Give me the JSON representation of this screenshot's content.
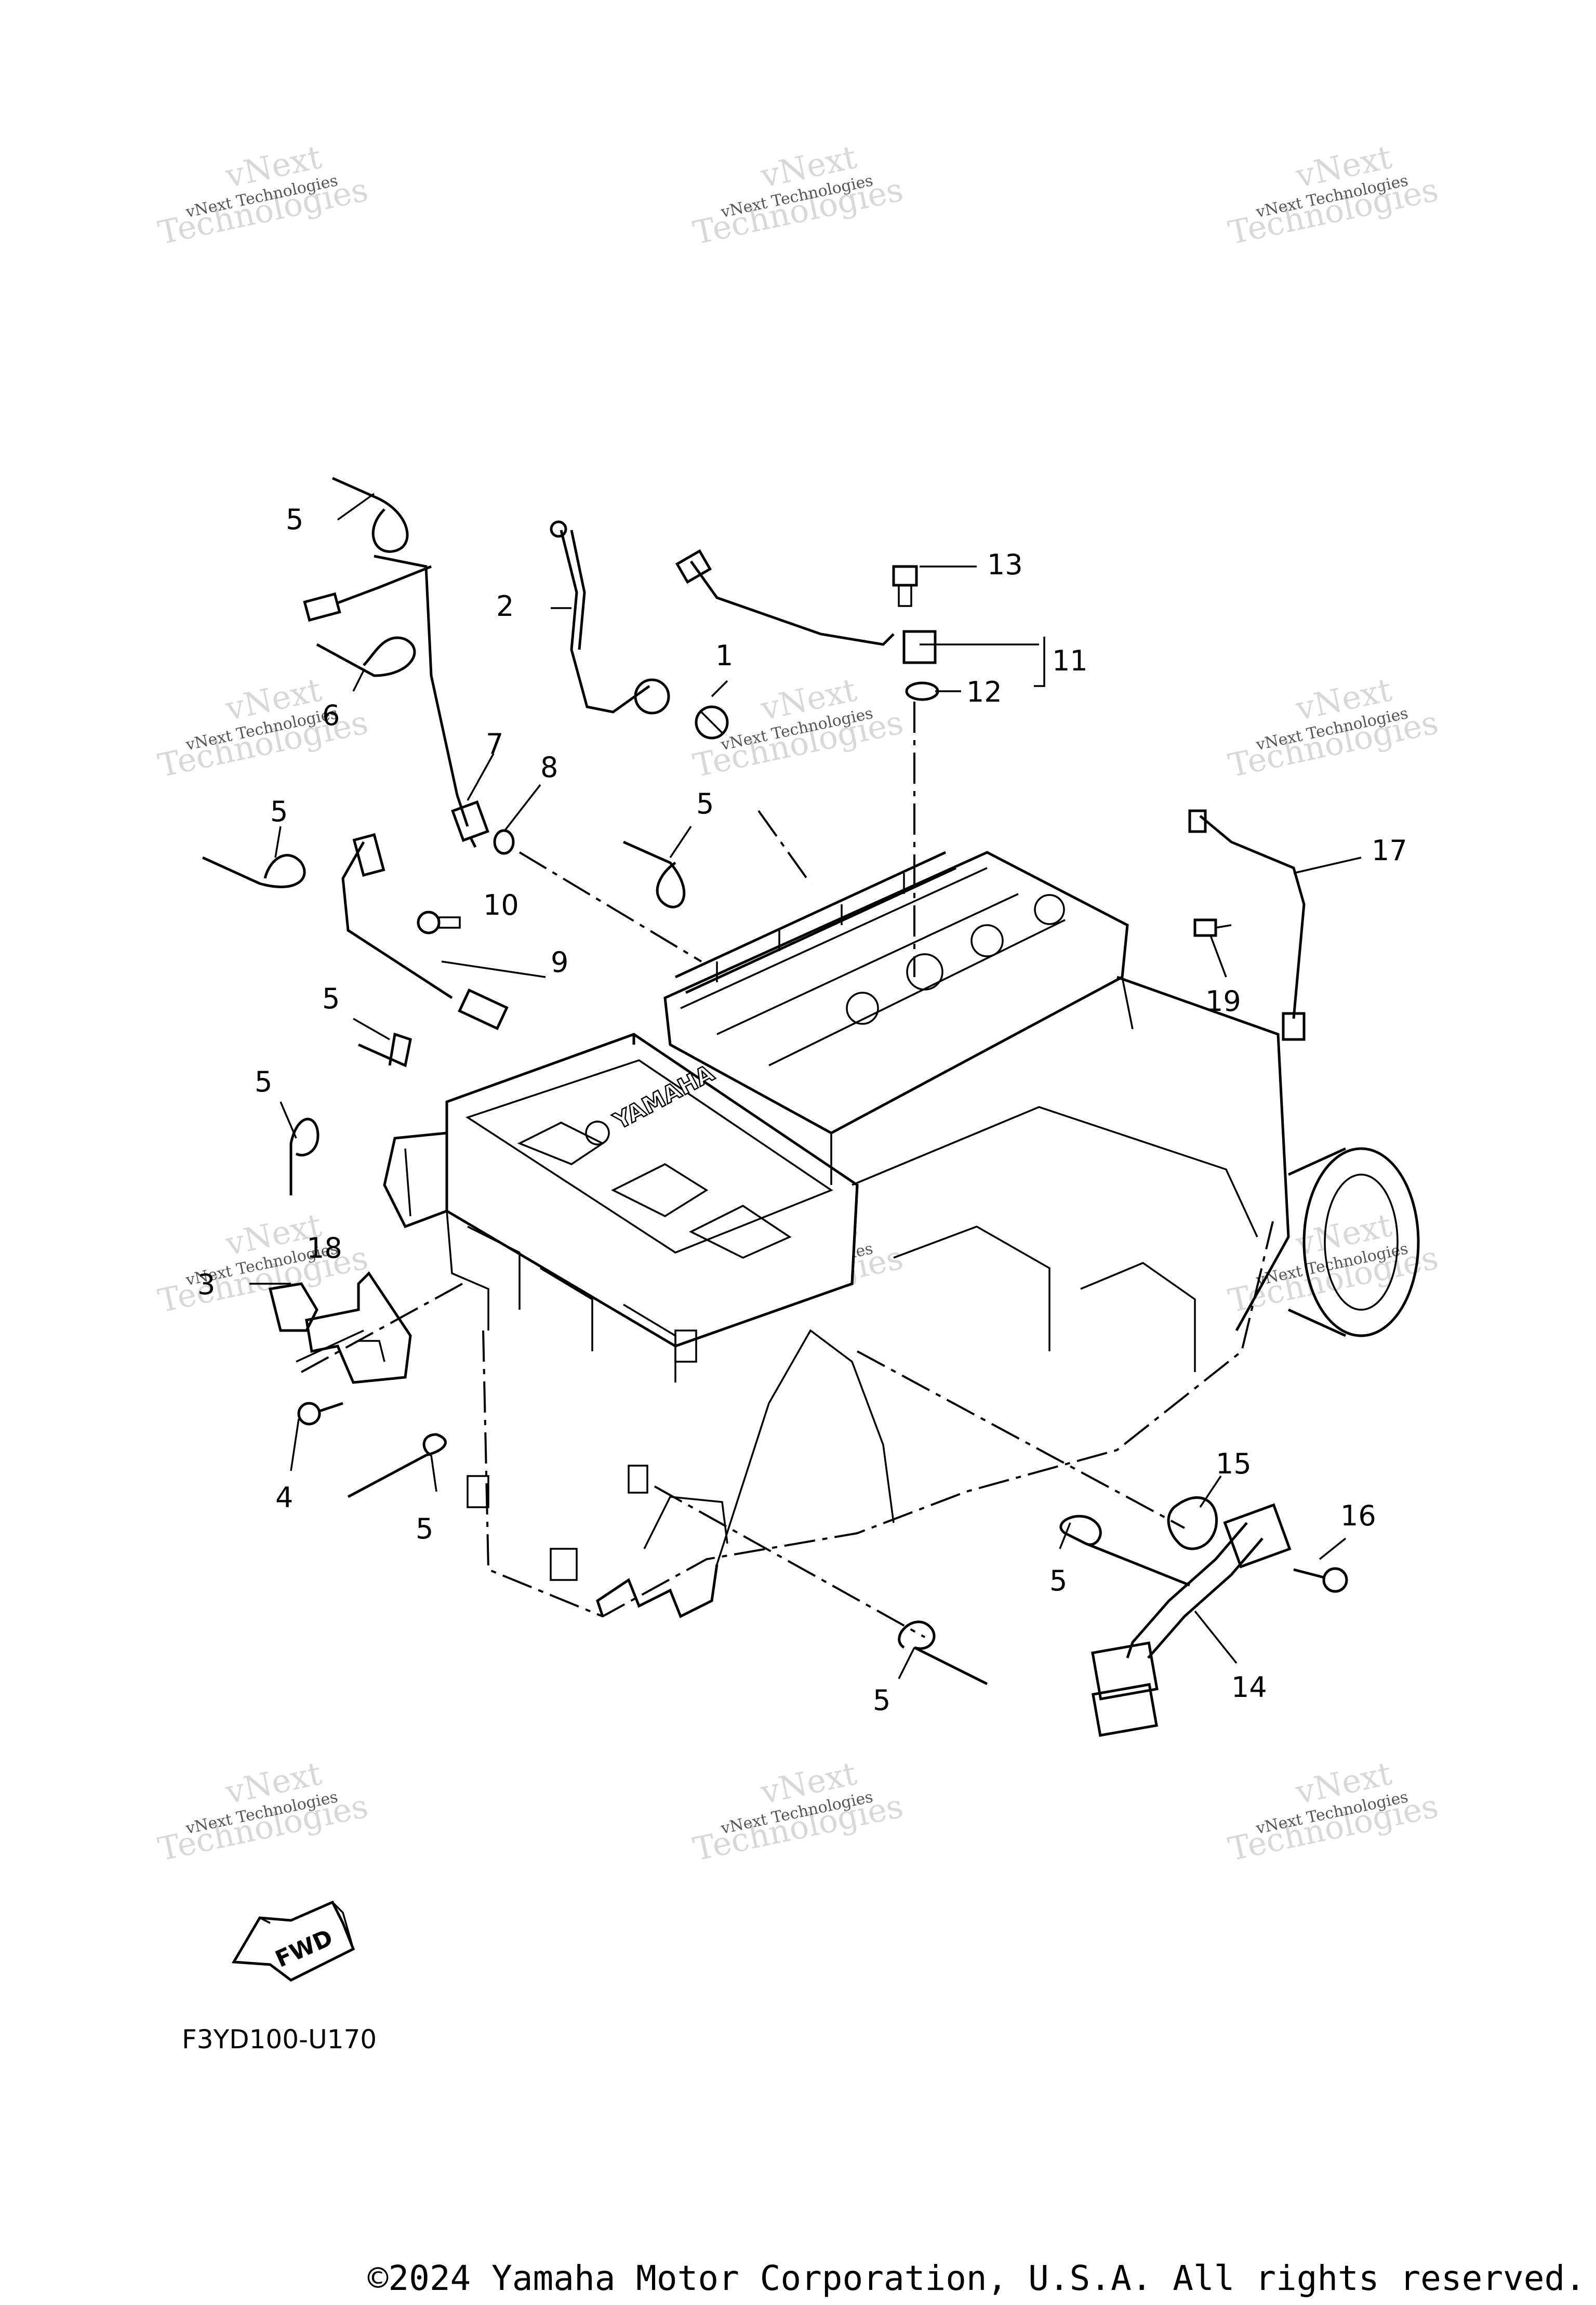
{
  "diagram": {
    "code": "F3YD100-U170",
    "copyright": "©2024 Yamaha Motor Corporation, U.S.A. All rights reserved.",
    "engine_brand": "YAMAHA",
    "fwd_label": "FWD",
    "watermark": {
      "line1": "vNext",
      "line2": "vNext Technologies",
      "line3": "Technologies"
    },
    "callouts": {
      "c1": "1",
      "c2": "2",
      "c3": "3",
      "c4": "4",
      "c5a": "5",
      "c5b": "5",
      "c5c": "5",
      "c5d": "5",
      "c5e": "5",
      "c5f": "5",
      "c5g": "5",
      "c5h": "5",
      "c6": "6",
      "c7": "7",
      "c8": "8",
      "c9": "9",
      "c10": "10",
      "c11": "11",
      "c12": "12",
      "c13": "13",
      "c14": "14",
      "c15": "15",
      "c16": "16",
      "c17": "17",
      "c18": "18",
      "c19": "19"
    }
  }
}
